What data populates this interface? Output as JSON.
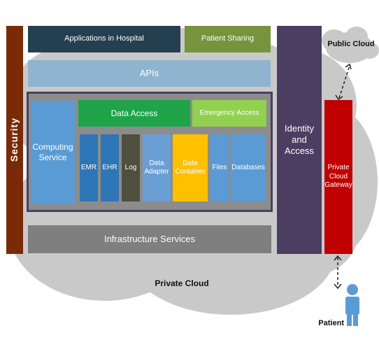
{
  "security": {
    "label": "Security"
  },
  "top_row": {
    "applications": "Applications in Hospital",
    "patient_sharing": "Patient Sharing"
  },
  "apis": {
    "label": "APIs"
  },
  "core": {
    "computing_service": "Computing\nService",
    "data_access": "Data Access",
    "emergency_access": "Emergency Access",
    "components": [
      "EMR",
      "EHR",
      "Log",
      "Data\nAdapter",
      "Data\nContainer",
      "Files",
      "Databases"
    ]
  },
  "infrastructure": {
    "label": "Infrastructure Services"
  },
  "identity": {
    "label": "Identity\nand\nAccess"
  },
  "gateway": {
    "label": "Private\nCloud\nGateway"
  },
  "public_cloud": {
    "label": "Public Cloud"
  },
  "private_cloud": {
    "label": "Private Cloud"
  },
  "patient": {
    "label": "Patient"
  },
  "colors": {
    "security": "#7a2a06",
    "applications": "#243f4f",
    "patient_sharing": "#77933c",
    "apis": "#8eb4cf",
    "computing": "#5b9bd5",
    "data_access": "#1fa44a",
    "emergency_access": "#92d050",
    "emr": "#2e75b6",
    "log": "#4f4f3f",
    "data_adapter": "#6a9fd6",
    "data_container": "#ffc000",
    "infrastructure": "#7f7f7f",
    "identity": "#4b3e62",
    "gateway": "#c00000",
    "patient": "#5b9bd5"
  }
}
